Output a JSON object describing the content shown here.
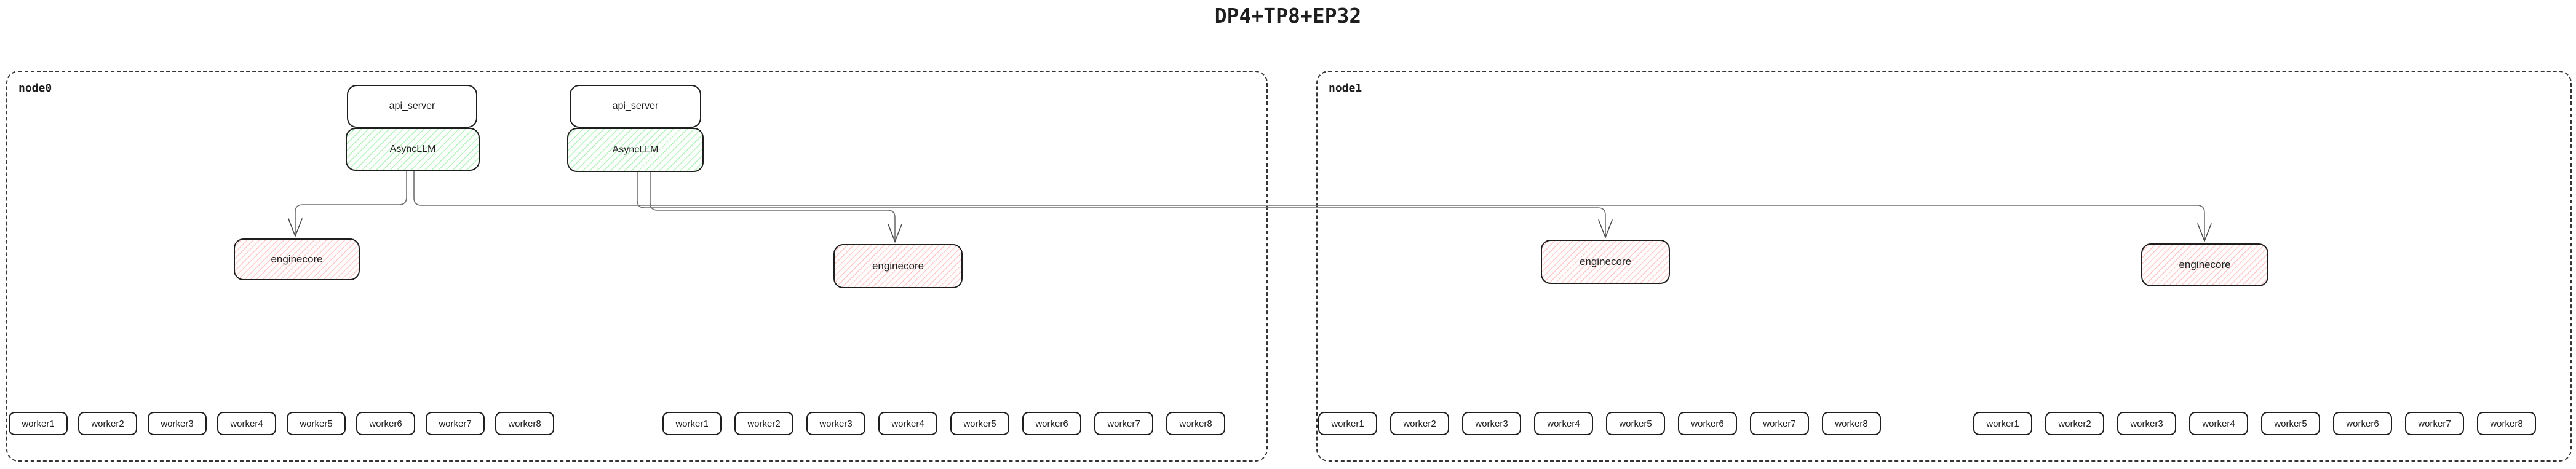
{
  "title": "DP4+TP8+EP32",
  "colors": {
    "box_border": "#1e1e1e",
    "node_border": "#343434",
    "connector": "#6f6f6f",
    "green_hatch": "#b2f2bb",
    "red_hatch": "#ffc9c9"
  },
  "node0": {
    "label": "node0",
    "api_servers": [
      {
        "label": "api_server"
      },
      {
        "label": "api_server"
      }
    ],
    "async_llms": [
      {
        "label": "AsyncLLM"
      },
      {
        "label": "AsyncLLM"
      }
    ],
    "enginecores": [
      {
        "label": "enginecore"
      },
      {
        "label": "enginecore"
      }
    ],
    "worker_groups": [
      {
        "workers": [
          "worker1",
          "worker2",
          "worker3",
          "worker4",
          "worker5",
          "worker6",
          "worker7",
          "worker8"
        ]
      },
      {
        "workers": [
          "worker1",
          "worker2",
          "worker3",
          "worker4",
          "worker5",
          "worker6",
          "worker7",
          "worker8"
        ]
      }
    ]
  },
  "node1": {
    "label": "node1",
    "enginecores": [
      {
        "label": "enginecore"
      },
      {
        "label": "enginecore"
      }
    ],
    "worker_groups": [
      {
        "workers": [
          "worker1",
          "worker2",
          "worker3",
          "worker4",
          "worker5",
          "worker6",
          "worker7",
          "worker8"
        ]
      },
      {
        "workers": [
          "worker1",
          "worker2",
          "worker3",
          "worker4",
          "worker5",
          "worker6",
          "worker7",
          "worker8"
        ]
      }
    ]
  }
}
